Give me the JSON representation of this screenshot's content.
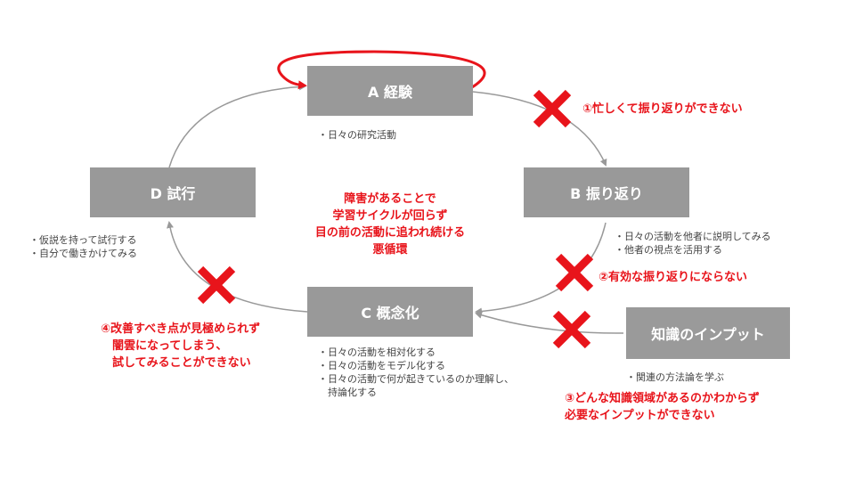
{
  "nodes": {
    "a": "A 経験",
    "b": "B 振り返り",
    "c": "C 概念化",
    "d": "D 試行",
    "input": "知識のインプット"
  },
  "notes": {
    "a": [
      "・日々の研究活動"
    ],
    "b": [
      "・日々の活動を他者に説明してみる",
      "・他者の視点を活用する"
    ],
    "c": [
      "・日々の活動を相対化する",
      "・日々の活動をモデル化する",
      "・日々の活動で何が起きているのか理解し、",
      "　持論化する"
    ],
    "d": [
      "・仮説を持って試行する",
      "・自分で働きかけてみる"
    ],
    "input": [
      "・関連の方法論を学ぶ"
    ]
  },
  "problems": {
    "p1": [
      "①忙しくて振り返りができない"
    ],
    "p2": [
      "②有効な振り返りにならない"
    ],
    "p3": [
      "③どんな知識領域があるのかわからず",
      "必要なインプットができない"
    ],
    "p4": [
      "④改善すべき点が見極められず",
      "　闇雲になってしまう、",
      "　試してみることができない"
    ]
  },
  "center_message": [
    "障害があることで",
    "学習サイクルが回らず",
    "目の前の活動に追われ続ける",
    "悪循環"
  ],
  "colors": {
    "box": "#999999",
    "arrow": "#999999",
    "accent": "#e8141b"
  }
}
